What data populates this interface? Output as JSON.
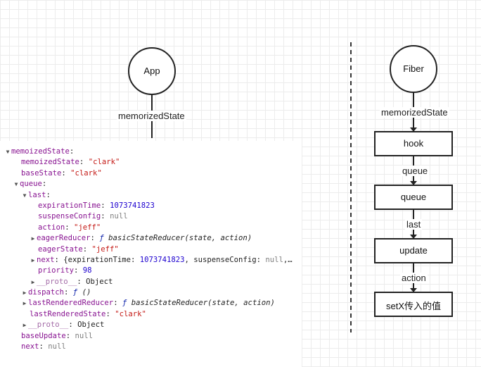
{
  "left_diagram": {
    "node": "App",
    "edge_label": "memorizedState"
  },
  "right_diagram": {
    "root": "Fiber",
    "root_edge_label": "memorizedState",
    "boxes": [
      "hook",
      "queue",
      "update",
      "setX传入的值"
    ],
    "edge_labels": [
      "queue",
      "last",
      "action"
    ]
  },
  "devtools": {
    "root_key": "memoizedState",
    "memoizedState_key": "memoizedState",
    "memoizedState_value": "\"clark\"",
    "baseState_key": "baseState",
    "baseState_value": "\"clark\"",
    "queue_key": "queue",
    "last_key": "last",
    "expirationTime_key": "expirationTime",
    "expirationTime_value": "1073741823",
    "suspenseConfig_key": "suspenseConfig",
    "suspenseConfig_value": "null",
    "action_key": "action",
    "action_value": "\"jeff\"",
    "eagerReducer_key": "eagerReducer",
    "eagerReducer_f": "ƒ",
    "eagerReducer_sig": "basicStateReducer(state, action)",
    "eagerState_key": "eagerState",
    "eagerState_value": "\"jeff\"",
    "next_inner_key": "next",
    "next_inner_open": "{",
    "next_inner_k1": "expirationTime",
    "next_inner_v1": "1073741823",
    "next_inner_k2": "suspenseConfig",
    "next_inner_v2": "null",
    "next_inner_tail": ",…",
    "priority_key": "priority",
    "priority_value": "98",
    "proto_key": "__proto__",
    "proto_value": "Object",
    "dispatch_key": "dispatch",
    "dispatch_f": "ƒ",
    "dispatch_sig": "()",
    "lastRenderedReducer_key": "lastRenderedReducer",
    "lastRenderedReducer_f": "ƒ",
    "lastRenderedReducer_sig": "basicStateReducer(state, action)",
    "lastRenderedState_key": "lastRenderedState",
    "lastRenderedState_value": "\"clark\"",
    "proto2_key": "__proto__",
    "proto2_value": "Object",
    "baseUpdate_key": "baseUpdate",
    "baseUpdate_value": "null",
    "next_key": "next",
    "next_value": "null"
  }
}
